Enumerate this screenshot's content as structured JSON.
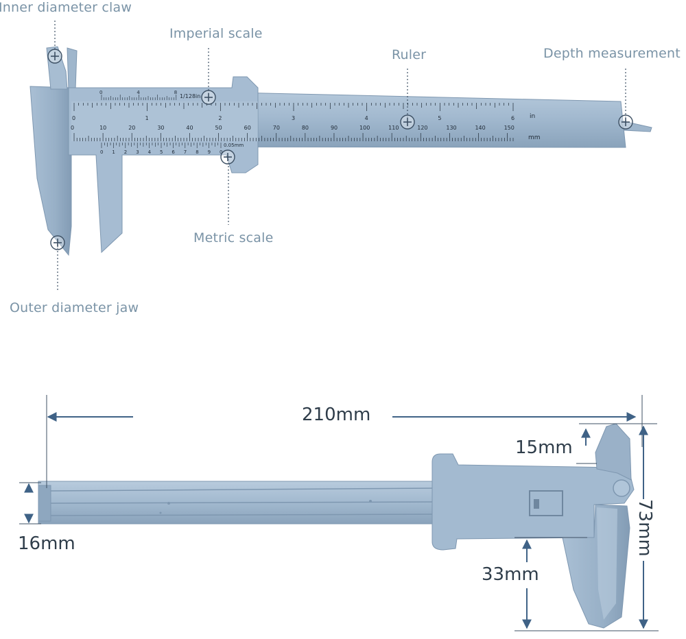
{
  "colors": {
    "body": "#9fb6cc",
    "body_dark": "#7e97b0",
    "body_light": "#b6c9db",
    "scale_print": "#1f2a36",
    "leader": "#3c4f63",
    "arrow": "#3f6286",
    "callout_text": "#7a93a6",
    "dim_text": "#2f3d4a"
  },
  "callouts": {
    "inner_claw": "Inner diameter claw",
    "imperial_scale": "Imperial scale",
    "ruler": "Ruler",
    "depth": "Depth measurement",
    "metric_scale": "Metric scale",
    "outer_jaw": "Outer diameter jaw"
  },
  "scales": {
    "unit_in": "in",
    "unit_mm": "mm",
    "inch_labels": [
      "0",
      "1",
      "2",
      "3",
      "4",
      "5",
      "6"
    ],
    "mm_labels": [
      "0",
      "10",
      "20",
      "30",
      "40",
      "50",
      "60",
      "70",
      "80",
      "90",
      "100",
      "110",
      "120",
      "130",
      "140",
      "150"
    ],
    "imperial_vernier_labels": [
      "0",
      "4",
      "8"
    ],
    "imperial_vernier_unit": "1/128in",
    "metric_vernier_labels": [
      "0",
      "1",
      "2",
      "3",
      "4",
      "5",
      "6",
      "7",
      "8",
      "9",
      "0"
    ],
    "metric_vernier_unit": "0.05mm"
  },
  "dimensions": {
    "length": "210mm",
    "jaw_top": "15mm",
    "height_total": "73mm",
    "jaw_depth": "33mm",
    "bar_width": "16mm"
  },
  "icons": {
    "marker": "crosshair-marker-icon",
    "arrow": "dimension-arrow-icon"
  }
}
